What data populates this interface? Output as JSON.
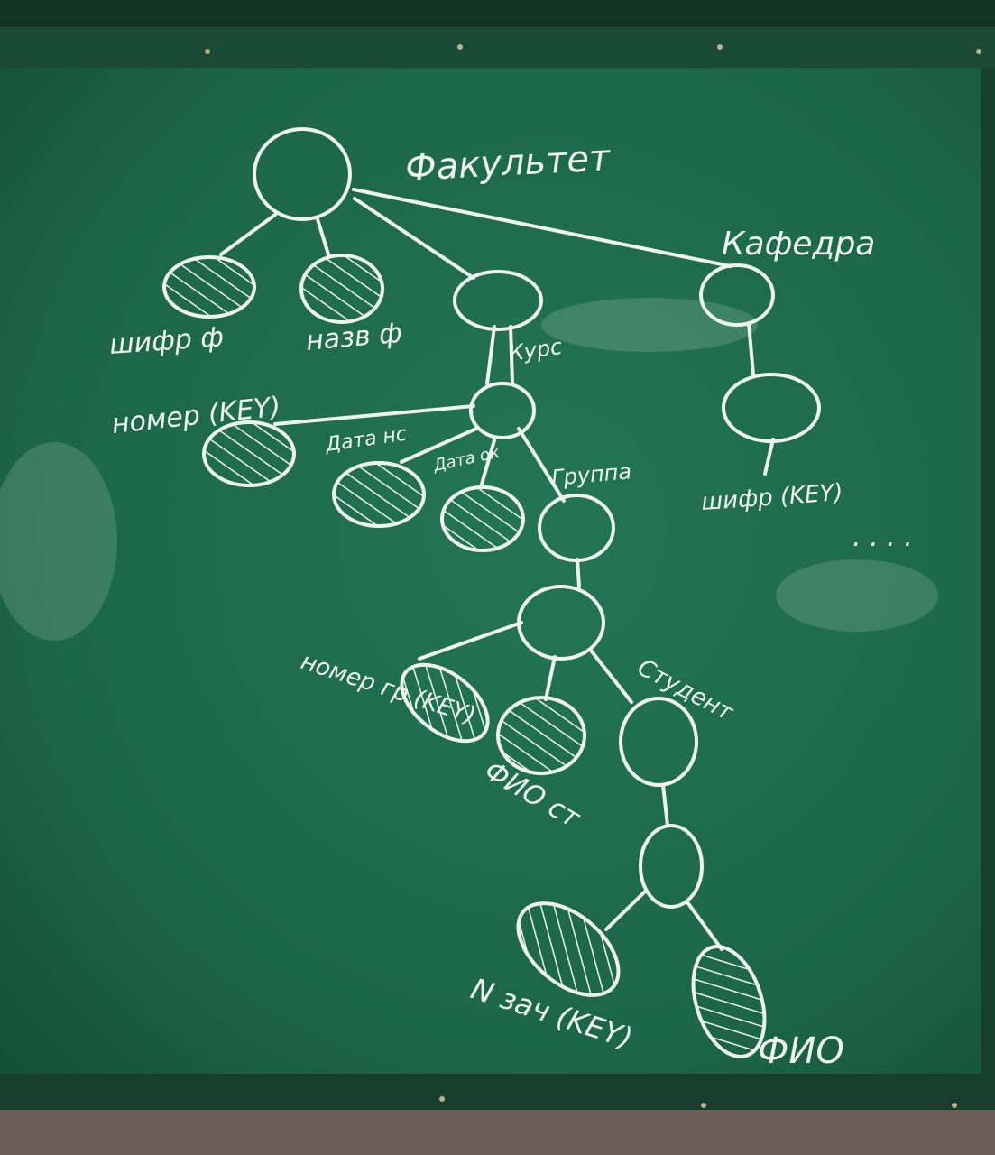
{
  "labels": {
    "root": "Факультет",
    "kafedra": "Кафедра",
    "shifr_f": "шифр ф",
    "nazv_f": "назв ф",
    "kurs": "Курс",
    "nomer_key": "номер (KEY)",
    "data_nach": "Дата нс",
    "data_ok": "Дата ок",
    "gruppa": "Группа",
    "shifr_key": "шифр (KEY)",
    "ellipsis": ". . . .",
    "nomer_gr_key": "номер гр (KEY)",
    "fio_st": "ФИО ст",
    "student": "Студент",
    "n_zach_key": "N зач (KEY)",
    "fio": "ФИО"
  },
  "colors": {
    "board": "#1f6b4e",
    "chalk": "#eef3ee",
    "frame": "#16382a",
    "wall": "#6e5e58"
  }
}
